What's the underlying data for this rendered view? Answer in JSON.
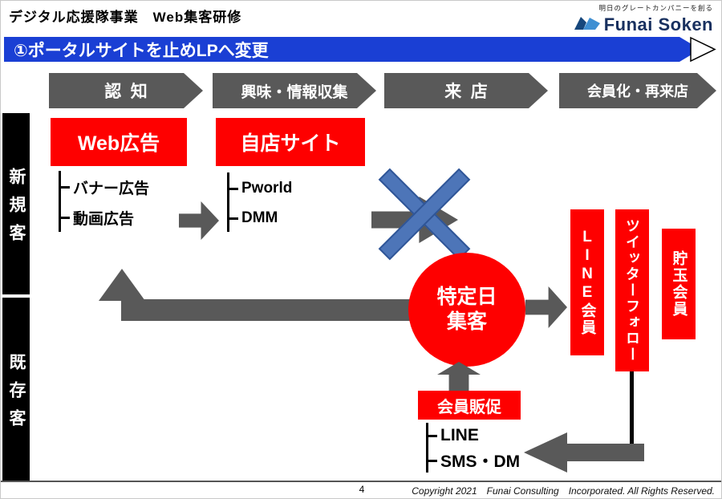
{
  "colors": {
    "banner_blue": "#1a3fd4",
    "stage_gray": "#595959",
    "arrow_gray": "#595959",
    "accent_red": "#fe0000",
    "cross_blue": "#4d75b8",
    "bar_black": "#000000"
  },
  "header": {
    "title": "デジタル応援隊事業　Web集客研修",
    "logo": {
      "tagline": "明日のグレートカンパニーを創る",
      "name": "Funai Soken"
    }
  },
  "banner": {
    "title": "①ポータルサイトを止めLPへ変更"
  },
  "stages": [
    {
      "label": "認知"
    },
    {
      "label": "興味・情報収集"
    },
    {
      "label": "来店"
    },
    {
      "label": "会員化・再来店"
    }
  ],
  "rows": [
    {
      "label": "新規客"
    },
    {
      "label": "既存客"
    }
  ],
  "diagram": {
    "web_ad": {
      "title": "Web広告",
      "items": [
        {
          "label": "バナー広告"
        },
        {
          "label": "動画広告"
        }
      ]
    },
    "own_site": {
      "title": "自店サイト",
      "items": [
        {
          "label": "Pworld"
        },
        {
          "label": "DMM"
        }
      ]
    },
    "hub": {
      "line1": "特定日",
      "line2": "集客"
    },
    "members": [
      {
        "label": "LINE会員"
      },
      {
        "label": "ツイッターフォロー"
      },
      {
        "label": "貯玉会員"
      }
    ],
    "promo": {
      "title": "会員販促",
      "items": [
        {
          "label": "LINE"
        },
        {
          "label": "SMS・DM"
        }
      ]
    }
  },
  "footer": {
    "page_number": "4",
    "copyright": "Copyright 2021　Funai Consulting　Incorporated. All Rights Reserved."
  }
}
